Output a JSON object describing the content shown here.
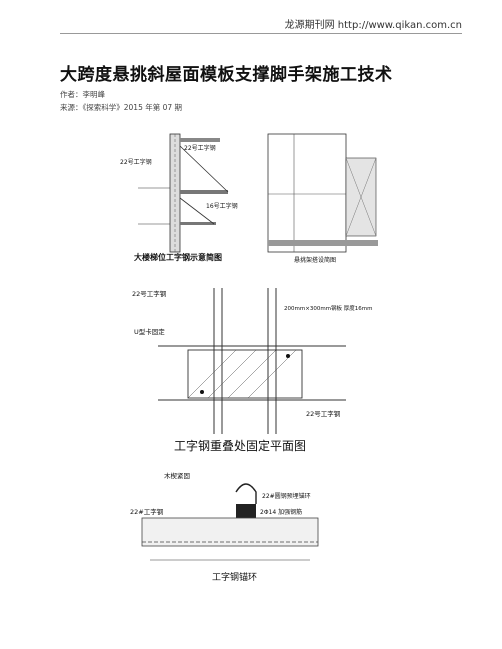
{
  "header": {
    "url_text": "龙源期刊网 http://www.qikan.com.cn"
  },
  "article": {
    "title": "大跨度悬挑斜屋面模板支撑脚手架施工技术",
    "author_line": "作者：李明峰",
    "source_line": "来源：《探索科学》2015 年第 07 期"
  },
  "figure1": {
    "left_labels": [
      "22号工字钢",
      "22号工字钢",
      "16号工字钢",
      "大楼梯位工字钢示意简图"
    ],
    "right_labels": [
      "悬挑架搭设简图"
    ]
  },
  "figure2": {
    "labels": [
      "22号工字钢",
      "200mm×300mm钢板 厚度16mm",
      "U型卡固定",
      "22号工字钢"
    ],
    "caption": "工字钢重叠处固定平面图"
  },
  "figure3": {
    "labels": [
      "木楔紧固",
      "22#圆钢预埋锚环",
      "22#工字钢",
      "2Φ14 加强钢筋"
    ],
    "caption": "工字钢锚环"
  }
}
